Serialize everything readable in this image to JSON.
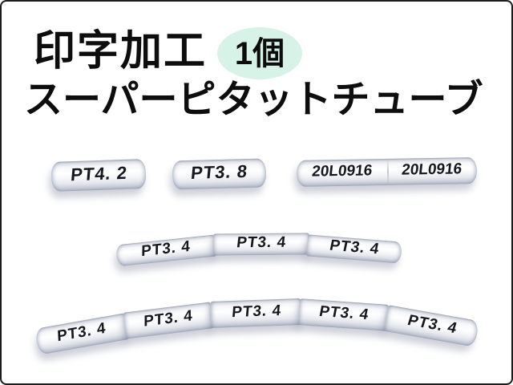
{
  "image": {
    "description": "Product photo of white marker tubes with printed labels",
    "background_color": "#ffffff",
    "border_color": "#1b1b1b"
  },
  "header": {
    "title_line1": "印字加工",
    "title_line2": "スーパーピタットチューブ",
    "badge": {
      "label": "1個",
      "bg_color": "#d7f2e7"
    },
    "text_color": "#0d0d0d"
  },
  "tubes": {
    "ink_color": "#15161f",
    "top_row": [
      {
        "label": "PT4. 2"
      },
      {
        "label": "PT3. 8"
      },
      {
        "segments": [
          "20L0916",
          "20L0916"
        ]
      }
    ],
    "middle_curved": {
      "segments": [
        "PT3. 4",
        "PT3. 4",
        "PT3. 4"
      ]
    },
    "bottom_curved": {
      "segments": [
        "PT3. 4",
        "PT3. 4",
        "PT3. 4",
        "PT3. 4",
        "PT3. 4"
      ]
    }
  }
}
